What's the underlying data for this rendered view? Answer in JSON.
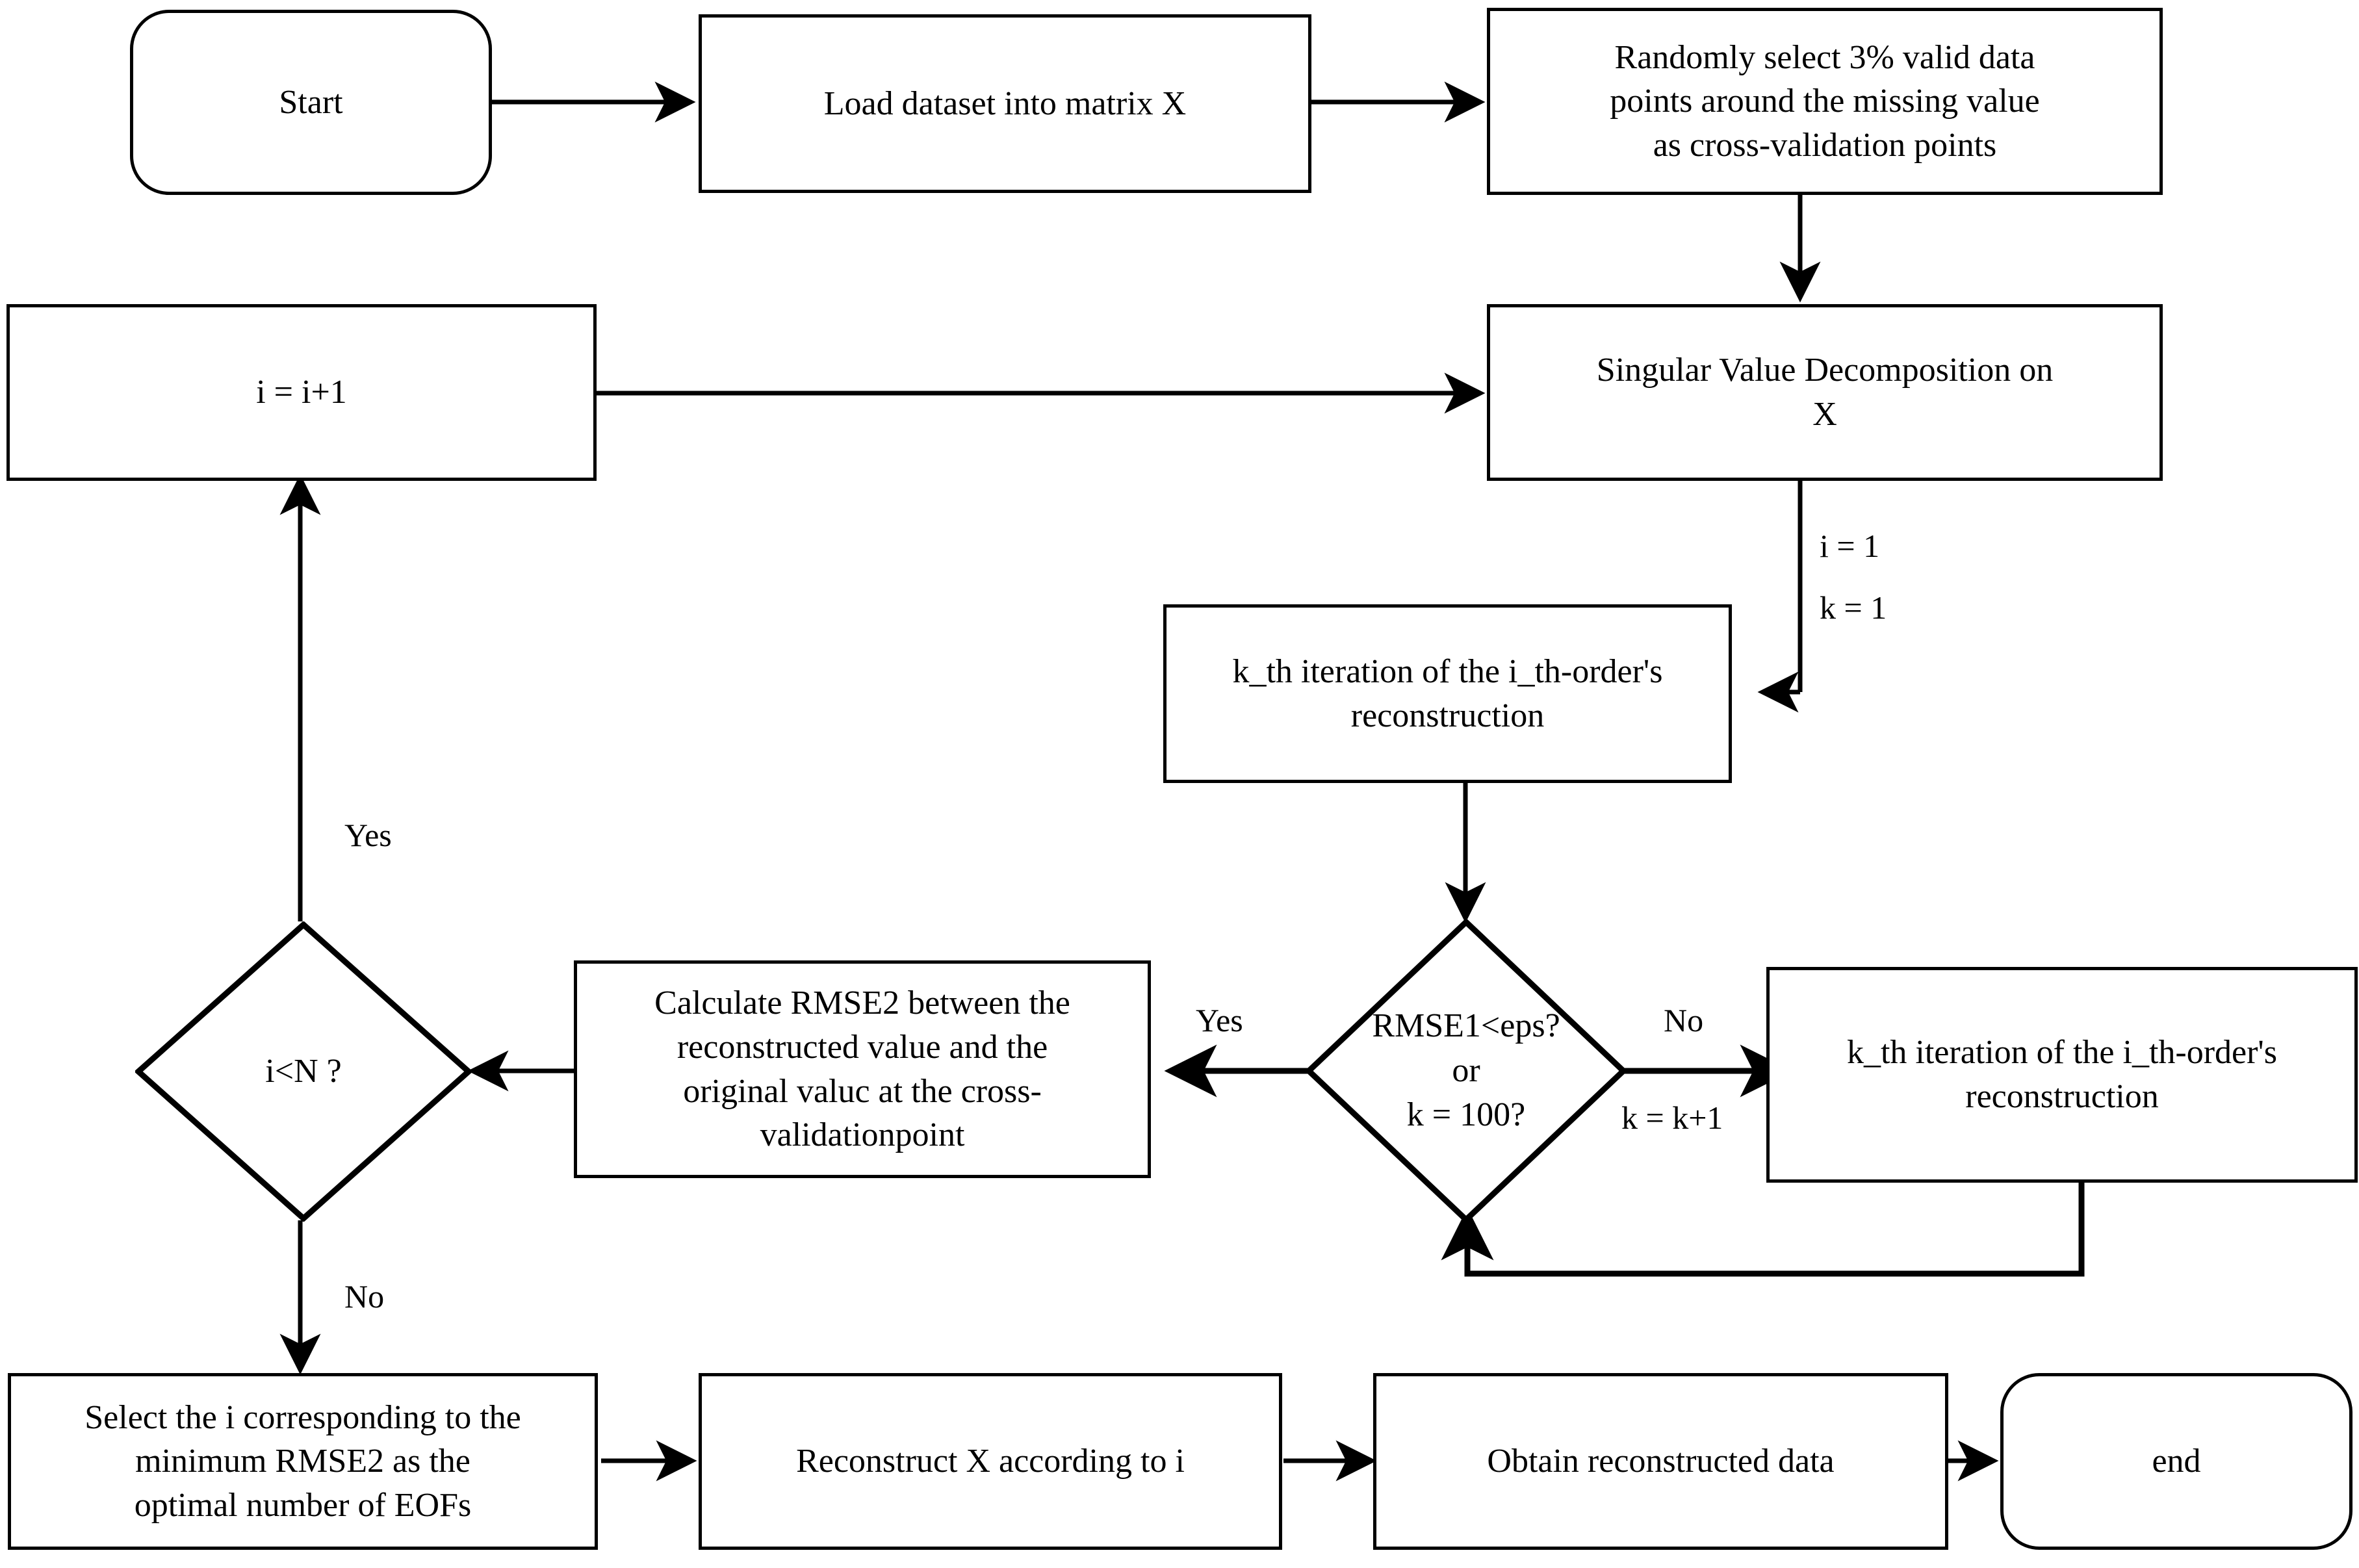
{
  "diagram": {
    "type": "flowchart",
    "title": "EOF reconstruction cross-validation flowchart",
    "orientation": "left-to-right with feedback loops",
    "colors": {
      "stroke": "#000000",
      "fill": "#ffffff",
      "text": "#000000"
    }
  },
  "nodes": {
    "start": {
      "label": "Start",
      "shape": "terminator"
    },
    "load_dataset": {
      "label": "Load dataset into matrix X",
      "shape": "process"
    },
    "select_cv_points": {
      "label": "Randomly select 3% valid data\npoints around the missing value\nas cross-validation points",
      "shape": "process"
    },
    "increment_i": {
      "label": "i = i+1",
      "shape": "process"
    },
    "svd": {
      "label": "Singular Value Decomposition on\nX",
      "shape": "process"
    },
    "kth_iteration_main": {
      "label": "k_th iteration of the i_th-order's\nreconstruction",
      "shape": "process"
    },
    "rmse1_decision": {
      "label": "RMSE1<eps?\nor\nk = 100?",
      "shape": "decision"
    },
    "kth_iteration_retry": {
      "label": "k_th iteration of the i_th-order's\nreconstruction",
      "shape": "process"
    },
    "calculate_rmse2": {
      "label": "Calculate RMSE2 between the\nreconstructed value and the\noriginal valuc at the cross-\nvalidationpoint",
      "shape": "process"
    },
    "i_less_n_decision": {
      "label": "i<N ?",
      "shape": "decision"
    },
    "select_optimal_i": {
      "label": "Select the i corresponding to the\nminimum RMSE2 as the\noptimal number of EOFs",
      "shape": "process"
    },
    "reconstruct_x": {
      "label": "Reconstruct X according to i",
      "shape": "process"
    },
    "obtain_data": {
      "label": "Obtain reconstructed data",
      "shape": "process"
    },
    "end": {
      "label": "end",
      "shape": "terminator"
    }
  },
  "edge_labels": {
    "init_i": "i = 1",
    "init_k": "k = 1",
    "rmse1_yes": "Yes",
    "rmse1_no": "No",
    "increment_k": "k = k+1",
    "i_less_n_yes": "Yes",
    "i_less_n_no": "No"
  },
  "edges": [
    {
      "from": "start",
      "to": "load_dataset",
      "label": ""
    },
    {
      "from": "load_dataset",
      "to": "select_cv_points",
      "label": ""
    },
    {
      "from": "select_cv_points",
      "to": "svd",
      "label": ""
    },
    {
      "from": "increment_i",
      "to": "svd",
      "label": ""
    },
    {
      "from": "svd",
      "to": "kth_iteration_main",
      "label": "i = 1 / k = 1"
    },
    {
      "from": "kth_iteration_main",
      "to": "rmse1_decision",
      "label": ""
    },
    {
      "from": "rmse1_decision",
      "to": "kth_iteration_retry",
      "label": "No / k = k+1"
    },
    {
      "from": "kth_iteration_retry",
      "to": "rmse1_decision",
      "label": ""
    },
    {
      "from": "rmse1_decision",
      "to": "calculate_rmse2",
      "label": "Yes"
    },
    {
      "from": "calculate_rmse2",
      "to": "i_less_n_decision",
      "label": ""
    },
    {
      "from": "i_less_n_decision",
      "to": "increment_i",
      "label": "Yes"
    },
    {
      "from": "i_less_n_decision",
      "to": "select_optimal_i",
      "label": "No"
    },
    {
      "from": "select_optimal_i",
      "to": "reconstruct_x",
      "label": ""
    },
    {
      "from": "reconstruct_x",
      "to": "obtain_data",
      "label": ""
    },
    {
      "from": "obtain_data",
      "to": "end",
      "label": ""
    }
  ]
}
